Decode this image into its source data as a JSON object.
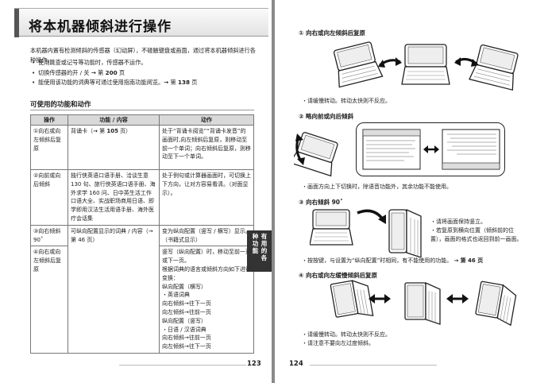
{
  "left": {
    "title": "将本机器倾斜进行操作",
    "intro": "本机器内置有检测倾斜的传感器（幻动屏），不碰触键盘或画面，通过将本机器倾斜进行各种操作。",
    "bullets": [
      {
        "text": "使用跳查或记号等功能时，传感器不运作。"
      },
      {
        "text": "切换传感器的开 / 关 ",
        "arrow": "→",
        "page": "200",
        "suffix": " 页"
      },
      {
        "text": "能使用该功能的词典等可通过使用指南功能阅览。",
        "arrow": "→",
        "page": "138",
        "suffix": " 页"
      }
    ],
    "section_heading": "可使用的功能和动作",
    "table": {
      "headers": [
        "操作",
        "功能 / 内容",
        "动作"
      ],
      "rows": [
        {
          "op": "①向右或向左倾斜后复原",
          "func_pre": "背诵卡（",
          "func_arrow": "→",
          "func_page": "105",
          "func_post": " 页）",
          "action": "处于“背诵卡阅览”“背诵卡发音”的画面时,向左倾斜后复原，则移动至前一个单词；向右倾斜后复原，则移动至下一个单词。"
        },
        {
          "op": "②向前或向后倾斜",
          "func": "独行侠英语口语手册、洽谈生意 130 句、旅行侠英语口语手册、海外求学 160 问、日中英生活工作口语大全、实战职场商用日语、即学即用汉法生活用语手册、海外医疗会话集",
          "action": "处于例句或计算器画面时，可切换上下方向，让对方容易看清。（对面显示）。"
        },
        {
          "op": "③向右倾斜 90˚",
          "func": "可纵向配置显示的词典 / 内容（→第 46 页）",
          "action": "变为纵向配置（竖写 / 横写）显示。（书籍式显示）"
        },
        {
          "op": "④向右或向左倾斜后复原",
          "action": "竖写（纵向配置）时，移动至前一页或下一页。\n根据词典的语言或倾斜方向如下进行变换：\n纵向配置（横写）\n・英语词典\n    向右倾斜→往下一页\n    向左倾斜→往前一页\n纵向配置（竖写）\n・日语 / 汉语词典\n    向右倾斜→往前一页\n    向左倾斜→往下一页"
        }
      ]
    },
    "side_tab": "有用的各种功能",
    "page_number": "123"
  },
  "right": {
    "sec1_heading": "① 向右或向左倾斜后复原",
    "sec1_note": "・请缓慢转动。转动太快则不反应。",
    "sec2_heading": "② 略向前或向后倾斜",
    "sec2_note": "・画面方向上下切换时，除语音功能外，其余功能不能使用。",
    "sec3_heading": "③ 向右倾斜 90˚",
    "sec3_notes": [
      "・请将画面保持竖立。",
      "・若复原到横向位置（倾斜前的位置），画面的格式也返回到前一画面。"
    ],
    "sec3_note2": "・按按键，与设置为“纵向配置”时相同，有不能使用的功能。",
    "sec3_note2_arrow": "→",
    "sec3_note2_page": "第 46 页",
    "sec4_heading": "④ 向右或向左缓慢倾斜后复原",
    "sec4_notes": [
      "・请缓慢转动。转动太快则不反应。",
      "・请注意不要向左过度倾斜。"
    ],
    "page_number": "124"
  }
}
